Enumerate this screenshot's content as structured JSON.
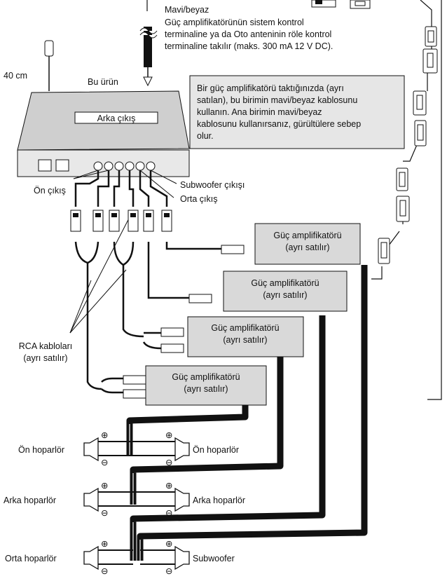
{
  "top_note": {
    "title": "Mavi/beyaz",
    "lines": [
      "Güç amplifikatörünün sistem kontrol",
      "terminaline ya da Oto anteninin röle kontrol",
      "terminaline takılır (maks. 300 mA 12 V DC)."
    ]
  },
  "antenna_length": "40 cm",
  "product_label": "Bu ürün",
  "rear_output": "Arka çıkış",
  "info_box": {
    "lines": [
      "Bir güç amplifikatörü taktığınızda (ayrı",
      "satılan), bu birimin mavi/beyaz kablosunu",
      "kullanın. Ana birimin mavi/beyaz",
      "kablosunu kullanırsanız, gürültülere sebep",
      "olur."
    ]
  },
  "front_output": "Ön çıkış",
  "subwoofer_output": "Subwoofer çıkışı",
  "center_output": "Orta çıkış",
  "rca_cables": [
    "RCA kabloları",
    "(ayrı satılır)"
  ],
  "amplifiers": [
    {
      "name": "Güç amplifikatörü",
      "note": "(ayrı satılır)"
    },
    {
      "name": "Güç amplifikatörü",
      "note": "(ayrı satılır)"
    },
    {
      "name": "Güç amplifikatörü",
      "note": "(ayrı satılır)"
    },
    {
      "name": "Güç amplifikatörü",
      "note": "(ayrı satılır)"
    }
  ],
  "speakers": {
    "front_left": "Ön hoparlör",
    "front_right": "Ön hoparlör",
    "rear_left": "Arka hoparlör",
    "rear_right": "Arka hoparlör",
    "center": "Orta hoparlör",
    "subwoofer": "Subwoofer"
  },
  "polarity": {
    "plus": "⊕",
    "minus": "⊖"
  }
}
